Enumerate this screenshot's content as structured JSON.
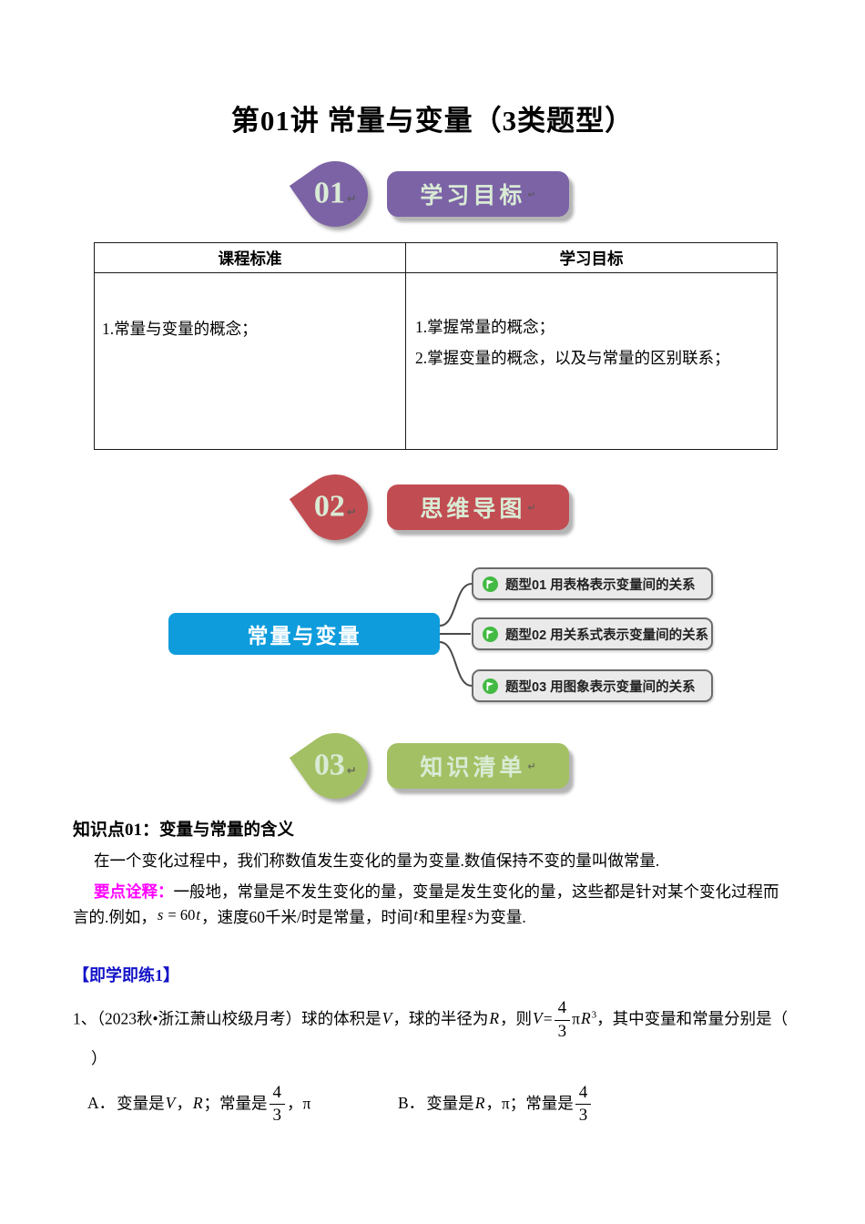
{
  "title": "第01讲 常量与变量（3类题型）",
  "artifact_return_mark": "↵",
  "sections": [
    {
      "num": "01",
      "label": "学习目标",
      "color": "#7C63A6"
    },
    {
      "num": "02",
      "label": "思维导图",
      "color": "#C14D52"
    },
    {
      "num": "03",
      "label": "知识清单",
      "color": "#A3C064"
    }
  ],
  "goals_table": {
    "headers": [
      "课程标准",
      "学习目标"
    ],
    "col1_items": [
      "1.常量与变量的概念；"
    ],
    "col2_items": [
      "1.掌握常量的概念；",
      "2.掌握变量的概念，以及与常量的区别联系；"
    ]
  },
  "mindmap": {
    "root_label": "常量与变量",
    "root_color": "#0F9CDC",
    "node_bg": "#EAEAEA",
    "icon": "green-flag-icon",
    "icon_color": "#43BA43",
    "branches": [
      "题型01 用表格表示变量间的关系",
      "题型02 用关系式表示变量间的关系",
      "题型03 用图象表示变量间的关系"
    ]
  },
  "knowledge": {
    "heading_label": "知识点01：",
    "heading_title": "变量与常量的含义",
    "para1": "在一个变化过程中，我们称数值发生变化的量为变量.数值保持不变的量叫做常量.",
    "key_label": "要点诠释：",
    "key_label_color": "#FF00FF",
    "key_part1": "一般地，常量是不发生变化的量，变量是发生变化的量，这些都是针对某个变化过程而言的.例如，",
    "formula": {
      "v1": "s",
      "mid": " = 60",
      "v2": "t"
    },
    "key_part2": "，速度60千米/时是常量，时间",
    "var_t": "t",
    "key_part3": "和里程",
    "var_s": "s",
    "key_part4": "为变量."
  },
  "practice": {
    "label": "【即学即练1】",
    "color": "#1414C8"
  },
  "question": {
    "number": "1、",
    "source": "（2023秋•浙江萧山校级月考）",
    "p1": "球的体积是",
    "v1": "V",
    "p2": "，球的半径为",
    "v2": "R",
    "p3": "，则",
    "eq_lhs": "V",
    "eq_sign": "=",
    "frac_num": "4",
    "frac_den": "3",
    "pi": "π",
    "base": "R",
    "exp": "3",
    "p4": "，其中变量和常量分别是（",
    "close": "）"
  },
  "options": {
    "a": {
      "label": "A．",
      "p1": "变量是",
      "v1": "V",
      "p2": "，",
      "v2": "R",
      "p3": "；常量是",
      "frac_num": "4",
      "frac_den": "3",
      "p4": "，π"
    },
    "b": {
      "label": "B．",
      "p1": "变量是",
      "v1": "R",
      "p2": "，π；常量是",
      "frac_num": "4",
      "frac_den": "3"
    }
  }
}
